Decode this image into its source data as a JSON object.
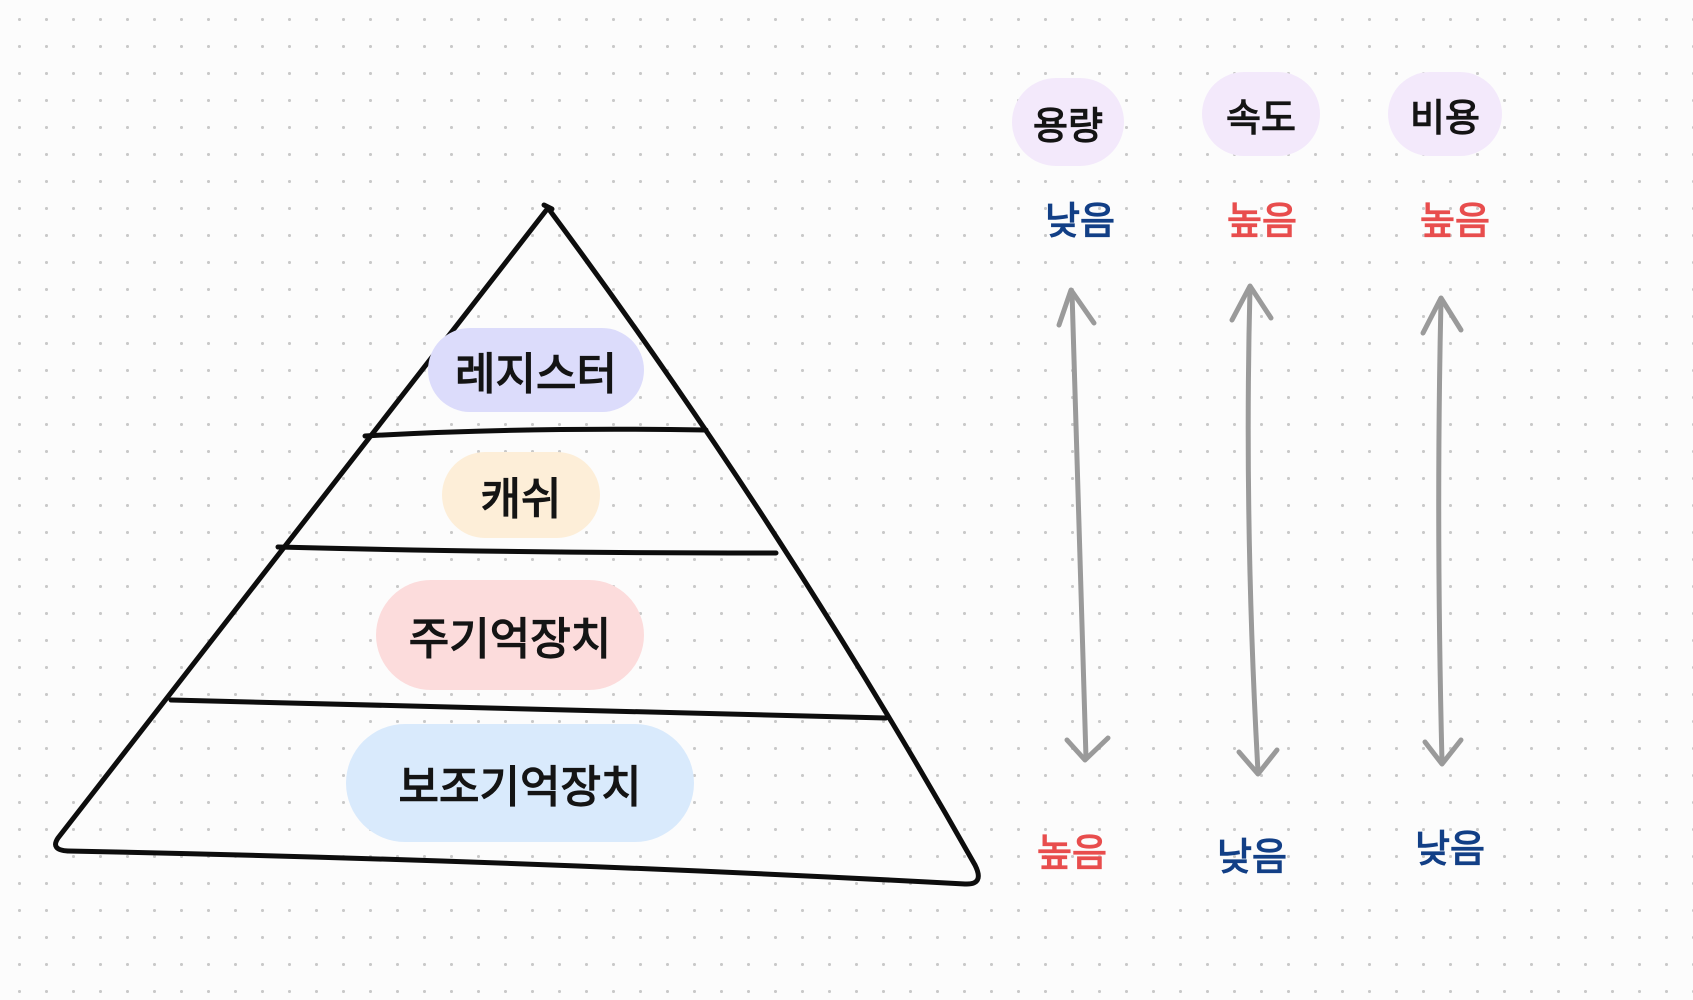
{
  "pyramid": {
    "layers": [
      "레지스터",
      "캐쉬",
      "주기억장치",
      "보조기억장치"
    ]
  },
  "columns": [
    {
      "header": "용량",
      "top": "낮음",
      "bottom": "높음"
    },
    {
      "header": "속도",
      "top": "높음",
      "bottom": "낮음"
    },
    {
      "header": "비용",
      "top": "높음",
      "bottom": "낮음"
    }
  ],
  "colors": {
    "outline": "#0d0d0d",
    "arrow": "#9a9a9a",
    "low_text": "#123f86",
    "high_text": "#e84d4d",
    "layer_fills": [
      "#dcdcfb",
      "#fdeed8",
      "#fcdcdc",
      "#d9eafc"
    ],
    "header_fill": "#f3e9fb"
  }
}
